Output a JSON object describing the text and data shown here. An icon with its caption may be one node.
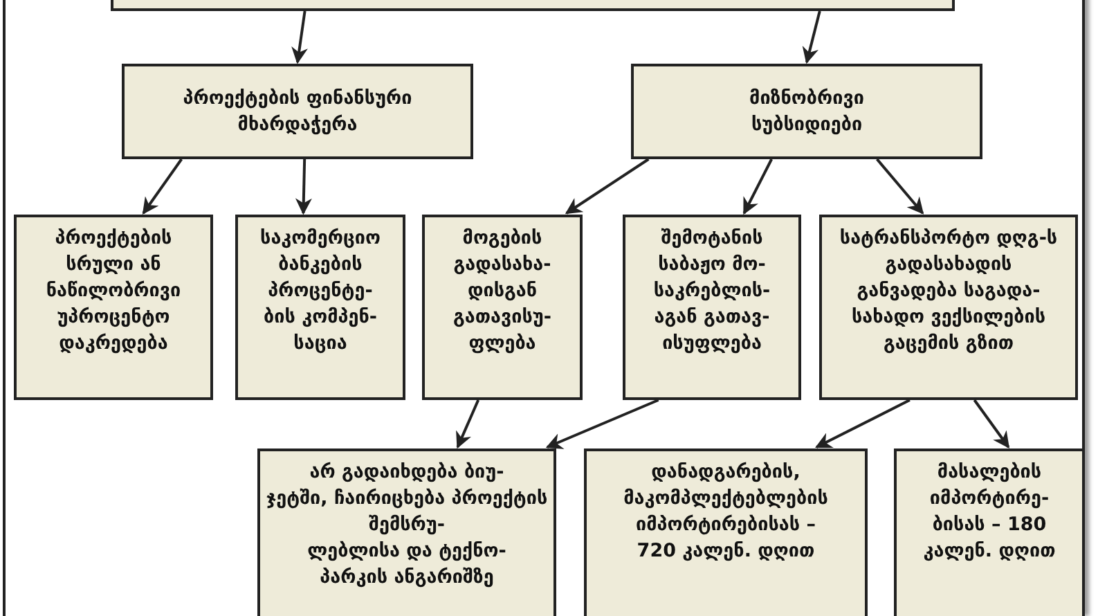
{
  "diagram": {
    "nodes": [
      {
        "text": [],
        "shape": "box"
      },
      {
        "text": [
          "პროექტების ფინანსური მხარდაჭერა"
        ]
      },
      {
        "text": [
          "მიზნობრივი სუბსიდიები"
        ]
      },
      {
        "text": [
          "პროექტების სრული ან ნაწილობრივი უპროცენტო დაკრედება"
        ]
      },
      {
        "text": [
          "საკომერციო ბანკების პროცენტე- ბის კომპენ- საცია"
        ]
      },
      {
        "text": [
          "მოგების გადასახა- დისგან გათავისუ- ფლება"
        ]
      },
      {
        "text": [
          "შემოტანის საბაჟო მო- საკრებლის- აგან გათავ- ისუფლება"
        ]
      },
      {
        "text": [
          "სატრანსპორტო დღგ-ს გადასახადის განვადება საგადა- სახადო ვექსილების გაცემის გზით"
        ]
      },
      {
        "text": [
          "არ გადაიხდება ბიუ- ჯეტში, ჩაირიცხება პროექტის შემსრუ- ლებლისა და ტექნო- პარკის ანგარიშზე"
        ]
      },
      {
        "text": [
          "დანადგარების, მაკომპლექტებლების იმპორტირებისას – 720 კალენ. დღით"
        ]
      },
      {
        "text": [
          "მასალების იმპორტირე- ბისას – 180 კალენ. დღით"
        ]
      }
    ],
    "edges": [
      {
        "from": 0,
        "to": 1,
        "arrow": "to"
      },
      {
        "from": 0,
        "to": 2,
        "arrow": "to"
      },
      {
        "from": 1,
        "to": 3,
        "arrow": "to"
      },
      {
        "from": 1,
        "to": 4,
        "arrow": "to"
      },
      {
        "from": 2,
        "to": 5,
        "arrow": "to"
      },
      {
        "from": 2,
        "to": 6,
        "arrow": "to"
      },
      {
        "from": 2,
        "to": 7,
        "arrow": "to"
      },
      {
        "from": 5,
        "to": 8,
        "arrow": "to"
      },
      {
        "from": 6,
        "to": 8,
        "arrow": "to"
      },
      {
        "from": 7,
        "to": 9,
        "arrow": "to"
      },
      {
        "from": 7,
        "to": 10,
        "arrow": "to"
      }
    ]
  }
}
